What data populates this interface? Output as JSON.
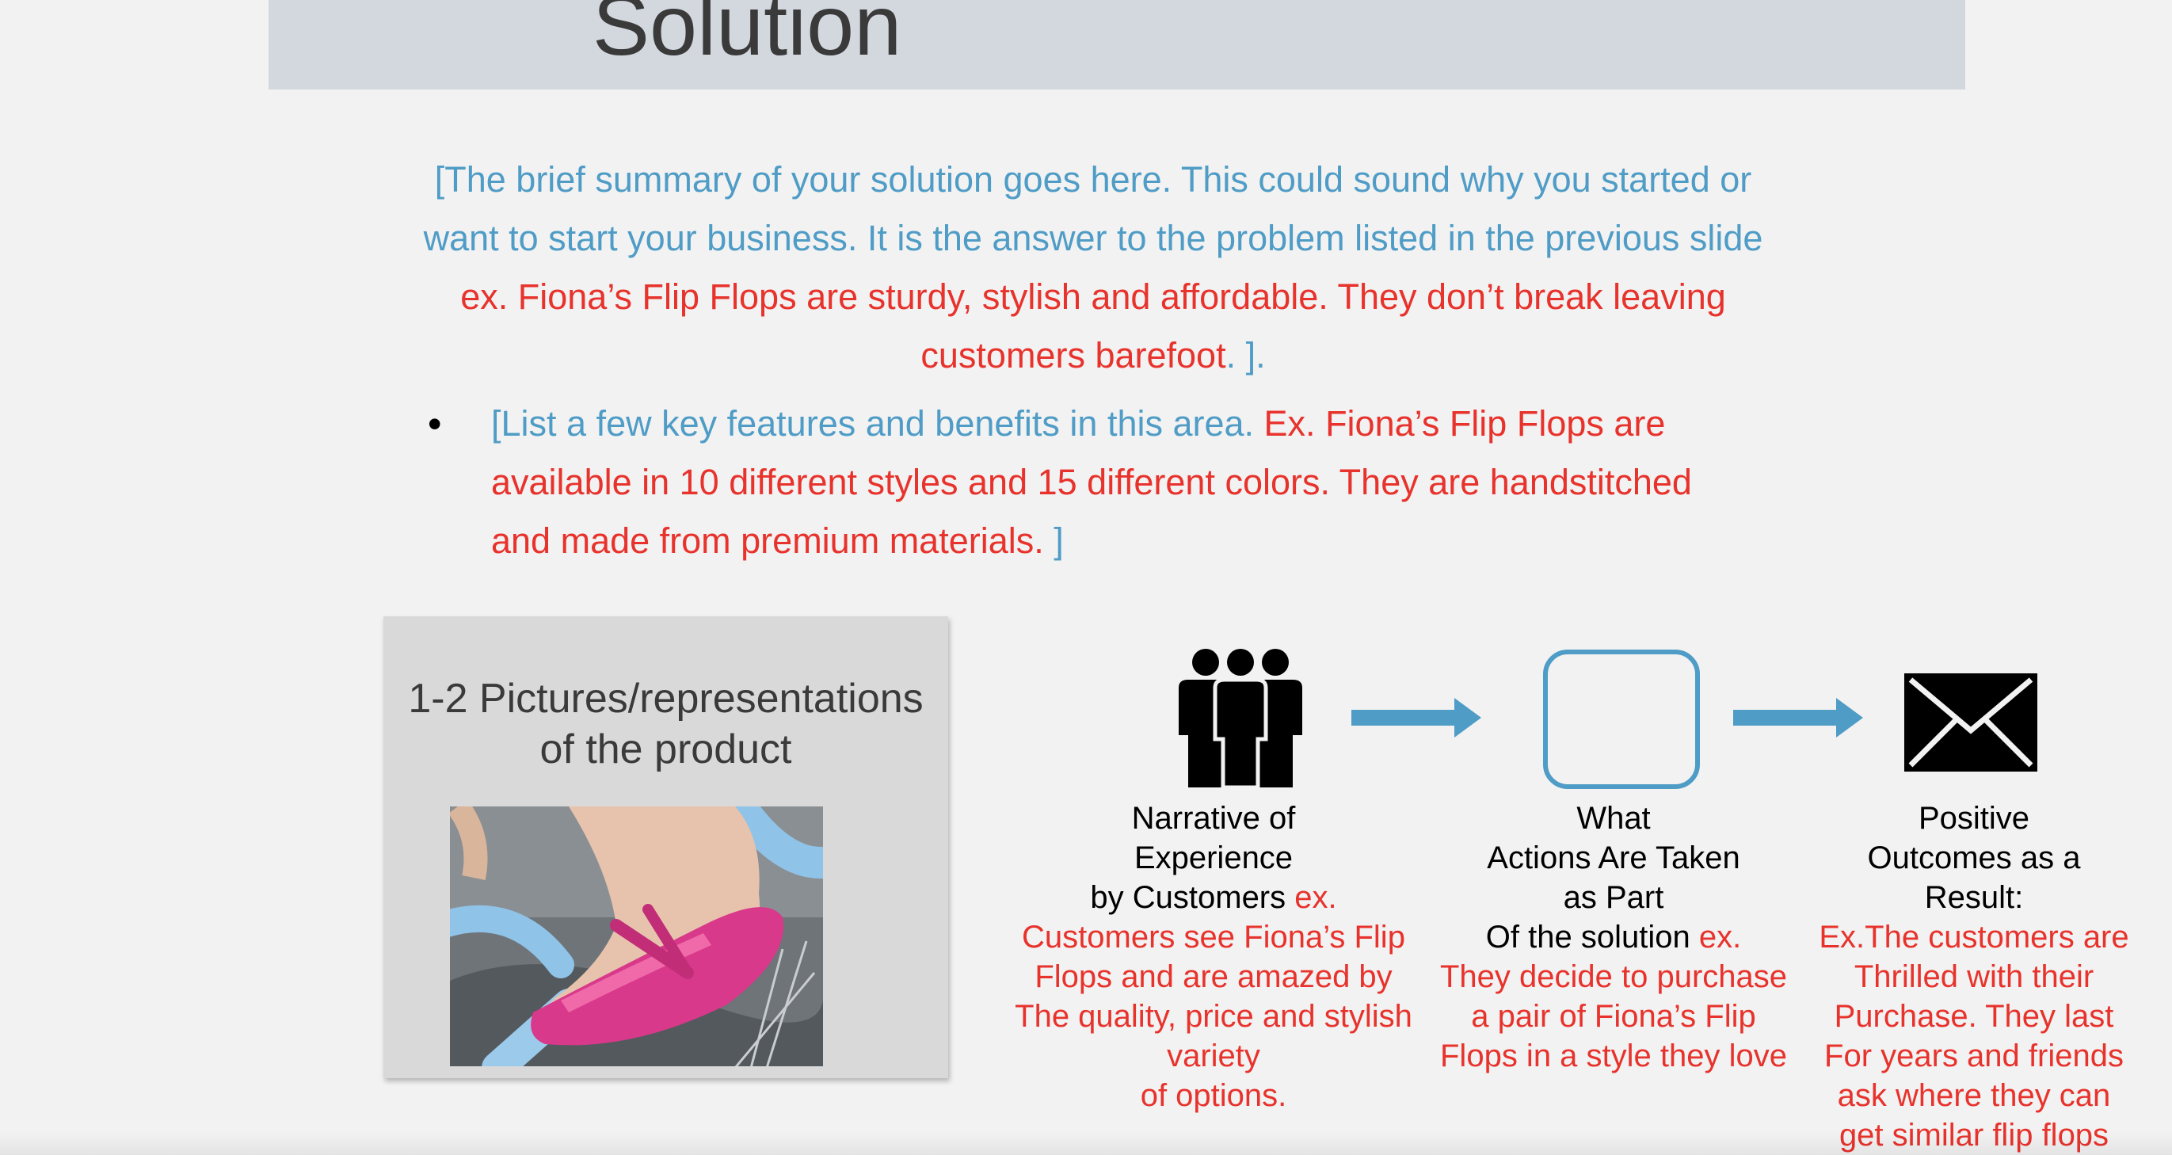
{
  "slide": {
    "title": "Solution",
    "summary": {
      "blue_part": "[The brief summary of your solution goes here. This could sound why you started or want to start your business. It is the answer to the problem listed in the previous slide ",
      "red_part": "ex. Fiona’s Flip Flops are sturdy, stylish and affordable. They don’t break leaving customers barefoot",
      "blue_end": ". ]."
    },
    "bullet": {
      "symbol": "•",
      "blue_part": "[List a few key features and benefits in this area. ",
      "red_part": "Ex. Fiona’s Flip Flops are available in 10 different styles and 15 different colors. They are handstitched and made from premium materials. ",
      "blue_end": "]"
    },
    "picture_box": {
      "caption_line1": "1-2 Pictures/representations",
      "caption_line2": "of the product",
      "image_subject": "foot in pink flip flop on blue bicycle pedal"
    },
    "flow": [
      {
        "icon": "group-people-icon",
        "black_lines": [
          "Narrative of",
          "Experience",
          "by Customers "
        ],
        "red_lines": [
          "ex.",
          "Customers see Fiona’s Flip",
          "Flops and are amazed by",
          "The quality, price and stylish",
          "variety",
          "of options."
        ]
      },
      {
        "icon": "rounded-square-icon",
        "black_lines": [
          "What",
          "Actions Are Taken",
          "as Part",
          "Of the solution "
        ],
        "red_lines": [
          "ex.",
          "They decide to purchase",
          "a pair of Fiona’s Flip",
          "Flops in a style they love"
        ]
      },
      {
        "icon": "envelope-icon",
        "black_lines": [
          "Positive",
          "Outcomes as a",
          "Result:"
        ],
        "red_lines": [
          "Ex.The customers are",
          "Thrilled with their",
          "Purchase. They last",
          "For years and friends",
          "ask where they can",
          "get similar flip flops"
        ]
      }
    ],
    "colors": {
      "blue": "#4f9cc6",
      "red": "#e8322c",
      "title_bar": "#d3d8df",
      "background": "#f2f2f2"
    }
  }
}
